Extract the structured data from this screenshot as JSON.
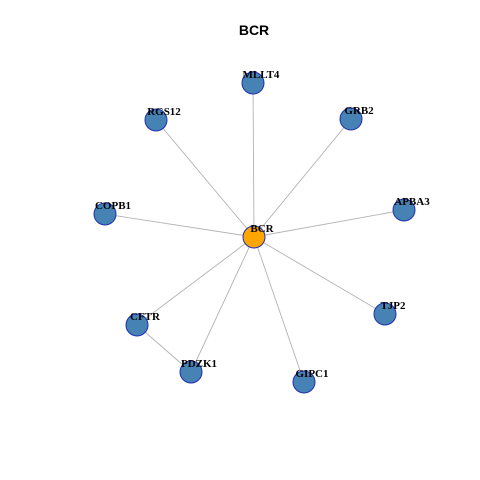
{
  "graph": {
    "title": "BCR",
    "colors": {
      "hub_fill": "#FFA500",
      "node_fill": "#4682B4",
      "node_border": "#1F2FB3",
      "edge": "#B3B3B3"
    },
    "hub": "BCR",
    "nodes": [
      {
        "id": "BCR",
        "label": "BCR",
        "role": "hub"
      },
      {
        "id": "MLLT4",
        "label": "MLLT4",
        "role": "neighbor"
      },
      {
        "id": "GRB2",
        "label": "GRB2",
        "role": "neighbor"
      },
      {
        "id": "APBA3",
        "label": "APBA3",
        "role": "neighbor"
      },
      {
        "id": "TJP2",
        "label": "TJP2",
        "role": "neighbor"
      },
      {
        "id": "GIPC1",
        "label": "GIPC1",
        "role": "neighbor"
      },
      {
        "id": "PDZK1",
        "label": "PDZK1",
        "role": "neighbor"
      },
      {
        "id": "CFTR",
        "label": "CFTR",
        "role": "neighbor"
      },
      {
        "id": "COPB1",
        "label": "COPB1",
        "role": "neighbor"
      },
      {
        "id": "RGS12",
        "label": "RGS12",
        "role": "neighbor"
      }
    ],
    "edges": [
      [
        "BCR",
        "MLLT4"
      ],
      [
        "BCR",
        "GRB2"
      ],
      [
        "BCR",
        "APBA3"
      ],
      [
        "BCR",
        "TJP2"
      ],
      [
        "BCR",
        "GIPC1"
      ],
      [
        "BCR",
        "PDZK1"
      ],
      [
        "BCR",
        "CFTR"
      ],
      [
        "BCR",
        "COPB1"
      ],
      [
        "BCR",
        "RGS12"
      ],
      [
        "CFTR",
        "PDZK1"
      ]
    ]
  }
}
